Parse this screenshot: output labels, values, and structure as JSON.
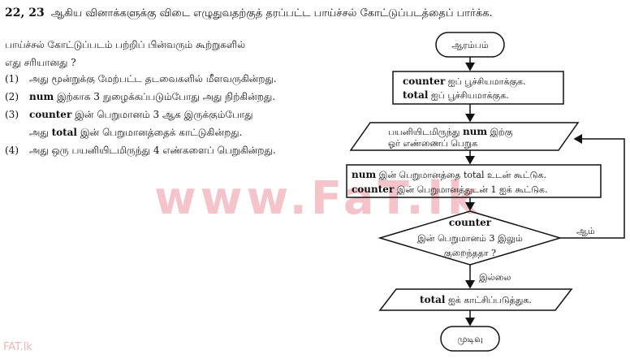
{
  "header": {
    "number": "22, 23",
    "text": "ஆகிய வினாக்களுக்கு விடை எழுதுவதற்குத் தரப்பட்ட பாய்ச்சல் கோட்டுப்படத்தைப் பார்க்க."
  },
  "question": {
    "line1": "பாய்ச்சல் கோட்டுப்படம் பற்றிப் பின்வரும் கூற்றுகளில்",
    "line2": "எது சரியானது ?"
  },
  "options": [
    {
      "n": "(1)",
      "text": "அது மூன்றுக்கு மேற்பட்ட தடவைகளில் மீளவருகின்றது."
    },
    {
      "n": "(2)",
      "pre": "",
      "bold": "num",
      "post": " இற்காக 3 நுழைக்கப்படும்போது அது நிற்கின்றது."
    },
    {
      "n": "(3)",
      "pre": "",
      "bold": "counter",
      "post": " இன் பெறுமானம் 3 ஆக இருக்கும்போது",
      "pre2": "அது ",
      "bold2": "total",
      "post2": " இன் பெறுமானத்தைக் காட்டுகின்றது."
    },
    {
      "n": "(4)",
      "text": "அது ஒரு பயனியிடமிருந்து 4 எண்களைப் பெறுகின்றது."
    }
  ],
  "flowchart": {
    "start": "ஆரம்பம்",
    "init1_bold": "counter",
    "init1_rest": " ஐப் பூச்சியமாக்குக.",
    "init2_bold": "total",
    "init2_rest": " ஐப் பூச்சியமாக்குக.",
    "input1_pre": "பயனியிடமிருந்து ",
    "input1_bold": "num",
    "input1_post": " இற்கு",
    "input2": "ஓர் எண்ணைப் பெறுக",
    "proc1_bold": "num",
    "proc1_rest": " இன் பெறுமானத்தை total உடன் கூட்டுக.",
    "proc2_bold": "counter",
    "proc2_rest": " இன் பெறுமானத்துடன் 1 ஐக் கூட்டுக.",
    "decision_bold": "counter",
    "decision_line2": "இன் பெறுமானம் 3 இலும்",
    "decision_line3": "குறைந்ததா ?",
    "yes": "ஆம்",
    "no": "இல்லை",
    "output_bold": "total",
    "output_rest": " ஐக் காட்சிப்படுத்துக.",
    "end": "முடிவு"
  },
  "watermark": "www.FaT.lk",
  "corner": "FAT.lk"
}
